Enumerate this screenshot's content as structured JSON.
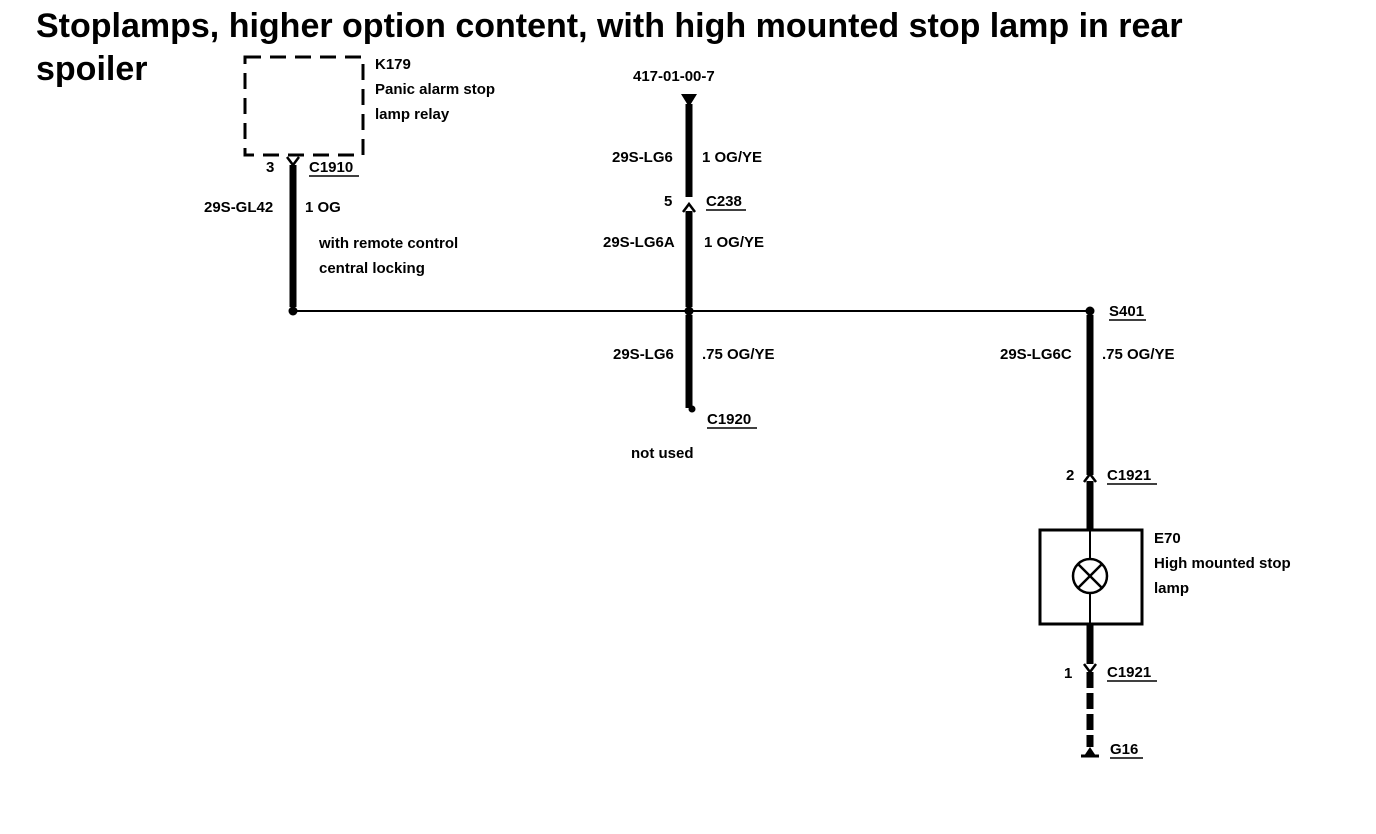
{
  "title_line1": "Stoplamps, higher option content, with high mounted stop lamp in rear",
  "title_line2": "spoiler",
  "relay": {
    "id": "K179",
    "desc1": "Panic alarm stop",
    "desc2": "lamp relay",
    "pin": "3",
    "connector": "C1910",
    "circuit": "29S-GL42",
    "wire": "1 OG",
    "note1": "with remote control",
    "note2": "central locking"
  },
  "feed": {
    "ref": "417-01-00-7",
    "circuit_top": "29S-LG6",
    "wire_top": "1 OG/YE",
    "pin": "5",
    "connector": "C238",
    "circuit_mid": "29S-LG6A",
    "wire_mid": "1 OG/YE",
    "circuit_bottom": "29S-LG6",
    "wire_bottom": ".75 OG/YE",
    "connector_bottom": "C1920",
    "note_bottom": "not used"
  },
  "lamp_branch": {
    "splice": "S401",
    "circuit": "29S-LG6C",
    "wire": ".75 OG/YE",
    "pin_top": "2",
    "connector_top": "C1921",
    "lamp_id": "E70",
    "lamp_desc1": "High mounted stop",
    "lamp_desc2": "lamp",
    "pin_bottom": "1",
    "connector_bottom": "C1921",
    "ground": "G16"
  }
}
